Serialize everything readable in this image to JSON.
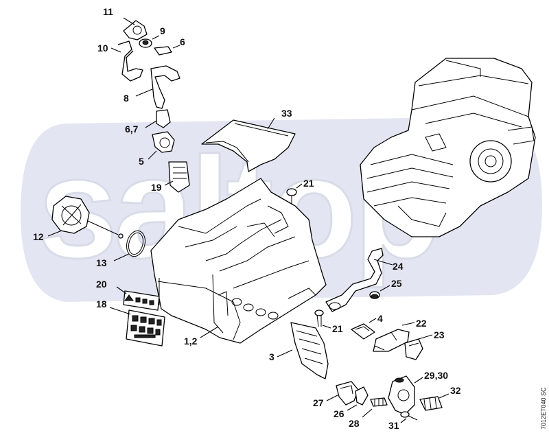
{
  "diagram": {
    "watermark": "saltop",
    "code": "7012ET040 SC",
    "callouts": [
      {
        "id": "c-11",
        "label": "11"
      },
      {
        "id": "c-9",
        "label": "9"
      },
      {
        "id": "c-10",
        "label": "10"
      },
      {
        "id": "c-6",
        "label": "6"
      },
      {
        "id": "c-8",
        "label": "8"
      },
      {
        "id": "c-67",
        "label": "6,7"
      },
      {
        "id": "c-33",
        "label": "33"
      },
      {
        "id": "c-5",
        "label": "5"
      },
      {
        "id": "c-19",
        "label": "19"
      },
      {
        "id": "c-21a",
        "label": "21"
      },
      {
        "id": "c-12",
        "label": "12"
      },
      {
        "id": "c-13",
        "label": "13"
      },
      {
        "id": "c-24",
        "label": "24"
      },
      {
        "id": "c-20",
        "label": "20"
      },
      {
        "id": "c-25",
        "label": "25"
      },
      {
        "id": "c-18",
        "label": "18"
      },
      {
        "id": "c-4",
        "label": "4"
      },
      {
        "id": "c-21b",
        "label": "21"
      },
      {
        "id": "c-22",
        "label": "22"
      },
      {
        "id": "c-12b",
        "label": "1,2"
      },
      {
        "id": "c-23",
        "label": "23"
      },
      {
        "id": "c-3",
        "label": "3"
      },
      {
        "id": "c-2930",
        "label": "29,30"
      },
      {
        "id": "c-27",
        "label": "27"
      },
      {
        "id": "c-32",
        "label": "32"
      },
      {
        "id": "c-26",
        "label": "26"
      },
      {
        "id": "c-28",
        "label": "28"
      },
      {
        "id": "c-31",
        "label": "31"
      }
    ]
  }
}
